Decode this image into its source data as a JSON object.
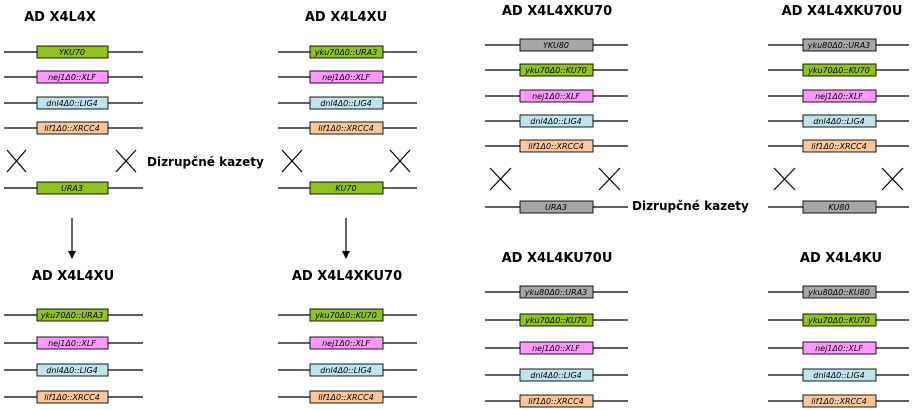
{
  "colors": {
    "green": "#8fc31f",
    "pink": "#ff99ff",
    "blue": "#bfe4ee",
    "peach": "#fcc79c",
    "gray": "#a6a6a6"
  },
  "titles": {
    "ad_x4l4x": "AD X4L4X",
    "ad_x4l4xu": "AD X4L4XU",
    "ad_x4l4xku70": "AD X4L4XKU70",
    "ad_x4l4xku70u": "AD X4L4XKU70U",
    "result_x4l4xu": "AD X4L4XU",
    "result_x4l4xku70": "AD X4L4XKU70",
    "ad_x4l4ku70u": "AD X4L4KU70U",
    "ad_x4l4ku": "AD X4L4KU"
  },
  "disruption_label": "Dizrupčné kazety",
  "genes": {
    "a1": "YKU70",
    "a2": "nej1Δ0::XLF",
    "a3": "dnl4Δ0::LIG4",
    "a4": "lif1Δ0::XRCC4",
    "a_cassette": "URA3",
    "b1": "yku70Δ0::URA3",
    "b2": "nej1Δ0::XLF",
    "b3": "dnl4Δ0::LIG4",
    "b4": "lif1Δ0::XRCC4",
    "b_cassette": "KU70",
    "c1": "yku70Δ0::URA3",
    "c2": "nej1Δ0::XLF",
    "c3": "dnl4Δ0::LIG4",
    "c4": "lif1Δ0::XRCC4",
    "d1": "yku70Δ0::KU70",
    "d2": "nej1Δ0::XLF",
    "d3": "dnl4Δ0::LIG4",
    "d4": "lif1Δ0::XRCC4",
    "e1": "YKU80",
    "e2": "yku70Δ0::KU70",
    "e3": "nej1Δ0::XLF",
    "e4": "dnl4Δ0::LIG4",
    "e5": "lif1Δ0::XRCC4",
    "e_cassette": "URA3",
    "f1": "yku80Δ0::URA3",
    "f2": "yku70Δ0::KU70",
    "f3": "nej1Δ0::XLF",
    "f4": "dnl4Δ0::LIG4",
    "f5": "lif1Δ0::XRCC4",
    "f_cassette": "KU80",
    "g1": "yku80Δ0::URA3",
    "g2": "yku70Δ0::KU70",
    "g3": "nej1Δ0::XLF",
    "g4": "dnl4Δ0::LIG4",
    "g5": "lif1Δ0::XRCC4",
    "h1": "yku80Δ0::KU80",
    "h2": "yku70Δ0::KU70",
    "h3": "nej1Δ0::XLF",
    "h4": "dnl4Δ0::LIG4",
    "h5": "lif1Δ0::XRCC4"
  }
}
